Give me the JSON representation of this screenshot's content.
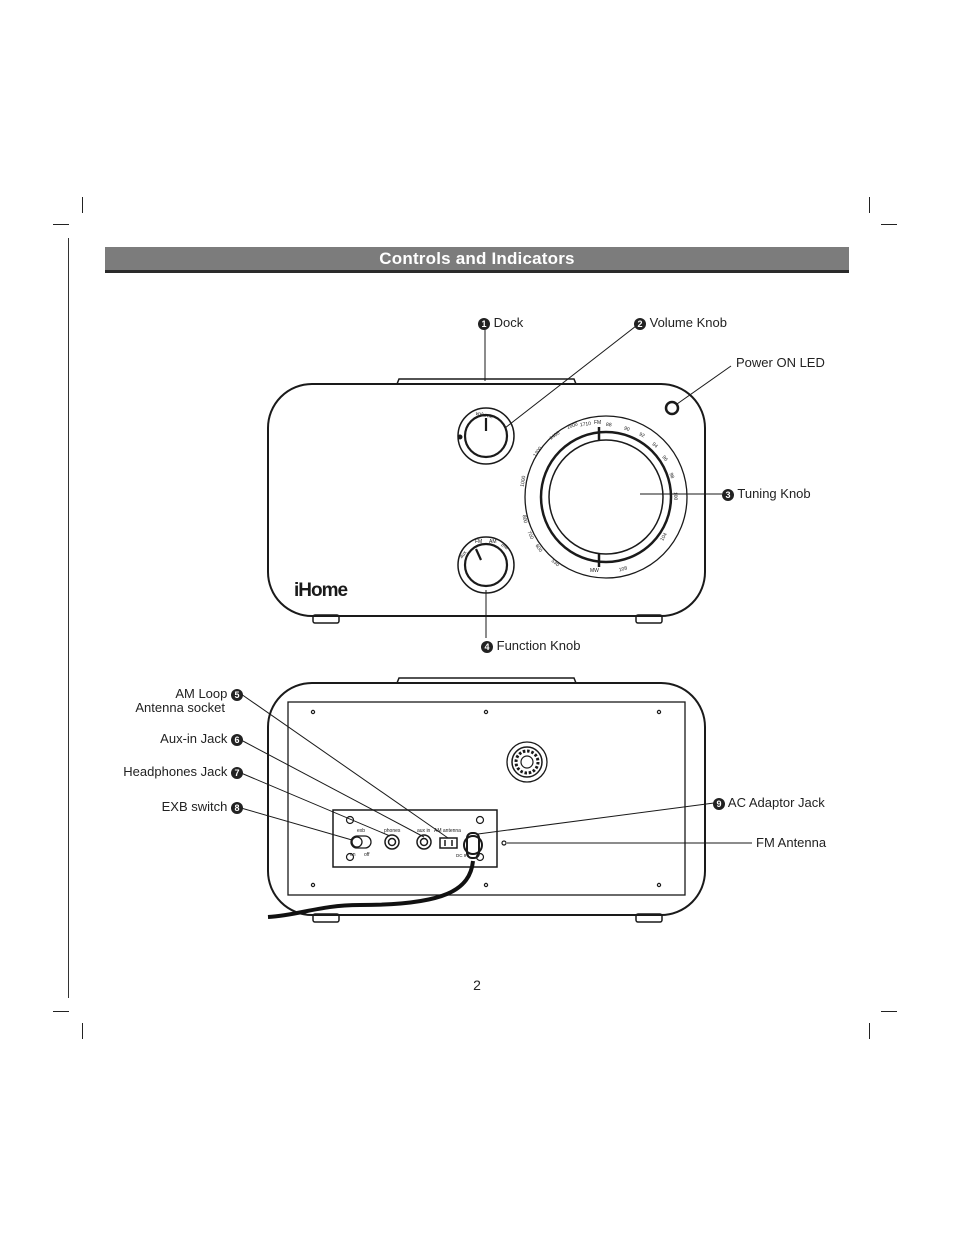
{
  "header": {
    "title": "Controls and Indicators"
  },
  "front_view": {
    "brand": "iHome",
    "callouts": [
      {
        "number": "1",
        "label": "Dock"
      },
      {
        "number": "2",
        "label": "Volume Knob"
      },
      {
        "number": "",
        "label": "Power ON LED"
      },
      {
        "number": "3",
        "label": "Tuning Knob"
      },
      {
        "number": "4",
        "label": "Function Knob"
      }
    ],
    "knob_labels": {
      "volume": "volume",
      "function": [
        "aux",
        "FM",
        "AM",
        "mw"
      ]
    },
    "dial_scale": {
      "am": [
        "530",
        "600",
        "700",
        "800",
        "1000",
        "1200",
        "1400",
        "1600",
        "1710"
      ],
      "fm": [
        "88",
        "90",
        "92",
        "94",
        "96",
        "98",
        "100",
        "104",
        "108"
      ],
      "band_marks": [
        "FM",
        "MW"
      ]
    }
  },
  "back_view": {
    "callouts": [
      {
        "number": "5",
        "label_line1": "AM Loop",
        "label_line2": "Antenna socket"
      },
      {
        "number": "6",
        "label": "Aux-in Jack"
      },
      {
        "number": "7",
        "label": "Headphones Jack"
      },
      {
        "number": "8",
        "label": "EXB switch"
      },
      {
        "number": "9",
        "label": "AC Adaptor Jack"
      },
      {
        "number": "",
        "label": "FM Antenna"
      }
    ],
    "panel_labels": {
      "exb": "exb",
      "on": "on",
      "off": "off",
      "phones": "phones",
      "aux_in": "aux in",
      "am_antenna": "AM antenna",
      "dc": "DC 9V"
    }
  },
  "footer": {
    "page_number": "2"
  }
}
